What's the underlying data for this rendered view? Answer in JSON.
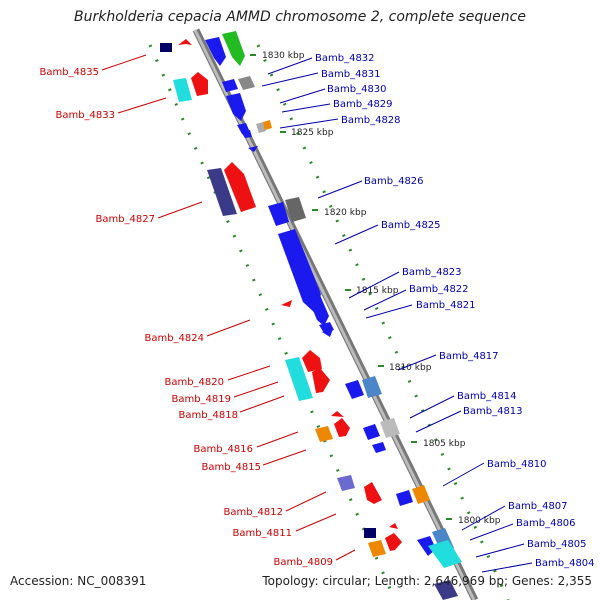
{
  "title": "Burkholderia cepacia AMMD chromosome 2, complete sequence",
  "footer": {
    "accession": "Accession: NC_008391",
    "topology": "Topology: circular; Length: 2,646,969 bp; Genes: 2,355"
  },
  "ticks": [
    "1830 kbp",
    "1825 kbp",
    "1820 kbp",
    "1815 kbp",
    "1810 kbp",
    "1805 kbp",
    "1800 kbp"
  ],
  "left_labels": [
    "Bamb_4835",
    "Bamb_4833",
    "Bamb_4827",
    "Bamb_4824",
    "Bamb_4820",
    "Bamb_4819",
    "Bamb_4818",
    "Bamb_4816",
    "Bamb_4815",
    "Bamb_4812",
    "Bamb_4811",
    "Bamb_4809"
  ],
  "right_labels": [
    "Bamb_4832",
    "Bamb_4831",
    "Bamb_4830",
    "Bamb_4829",
    "Bamb_4828",
    "Bamb_4826",
    "Bamb_4825",
    "Bamb_4823",
    "Bamb_4822",
    "Bamb_4821",
    "Bamb_4817",
    "Bamb_4814",
    "Bamb_4813",
    "Bamb_4810",
    "Bamb_4807",
    "Bamb_4806",
    "Bamb_4805",
    "Bamb_4804"
  ],
  "colors": {
    "left_label": "#cc0000",
    "right_label": "#0000aa",
    "backbone": "#999999",
    "track_dots": "#2a8a2a",
    "blue_gene": "#1a1aee",
    "red_gene": "#ee1111",
    "cyan_gene": "#22dddd",
    "green_gene": "#22bb22",
    "orange_gene": "#ee8800",
    "gray_gene": "#888888",
    "navy_gene": "#000066",
    "slate_gene": "#3a3a88",
    "steel_gene": "#4a86c8"
  }
}
